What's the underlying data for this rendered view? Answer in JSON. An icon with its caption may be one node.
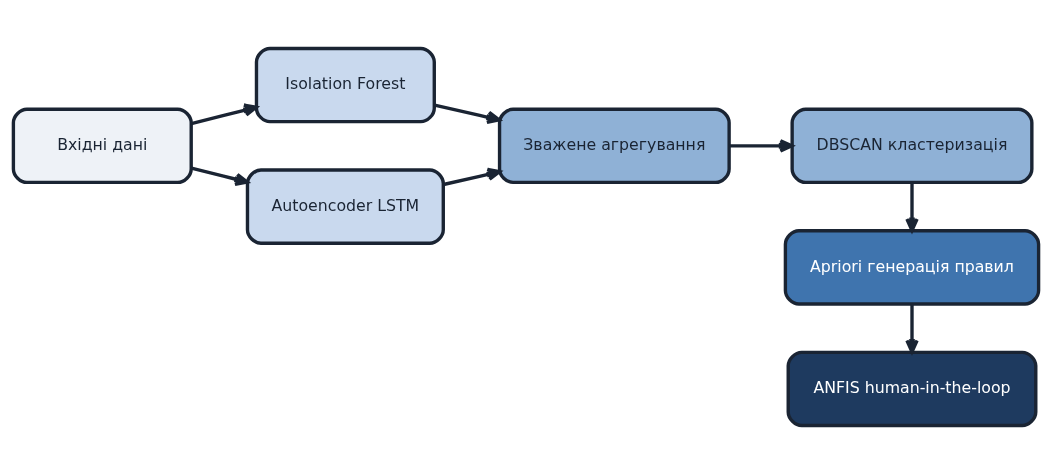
{
  "diagram": {
    "nodes": [
      {
        "text": [
          "Вхідні дані"
        ]
      },
      {
        "text": [
          "Isolation Forest"
        ]
      },
      {
        "text": [
          "Autoencoder LSTM"
        ]
      },
      {
        "text": [
          "Зважене агрегування"
        ]
      },
      {
        "text": [
          "DBSCAN кластеризація"
        ]
      },
      {
        "text": [
          "Apriori генерація правил"
        ]
      },
      {
        "text": [
          "ANFIS human-in-the-loop"
        ]
      }
    ],
    "edges": [
      {
        "from": 0,
        "to": 1,
        "arrow": "to"
      },
      {
        "from": 0,
        "to": 2,
        "arrow": "to"
      },
      {
        "from": 1,
        "to": 3,
        "arrow": "to"
      },
      {
        "from": 2,
        "to": 3,
        "arrow": "to"
      },
      {
        "from": 3,
        "to": 4,
        "arrow": "to"
      },
      {
        "from": 4,
        "to": 5,
        "arrow": "to"
      },
      {
        "from": 5,
        "to": 6,
        "arrow": "to"
      }
    ]
  }
}
